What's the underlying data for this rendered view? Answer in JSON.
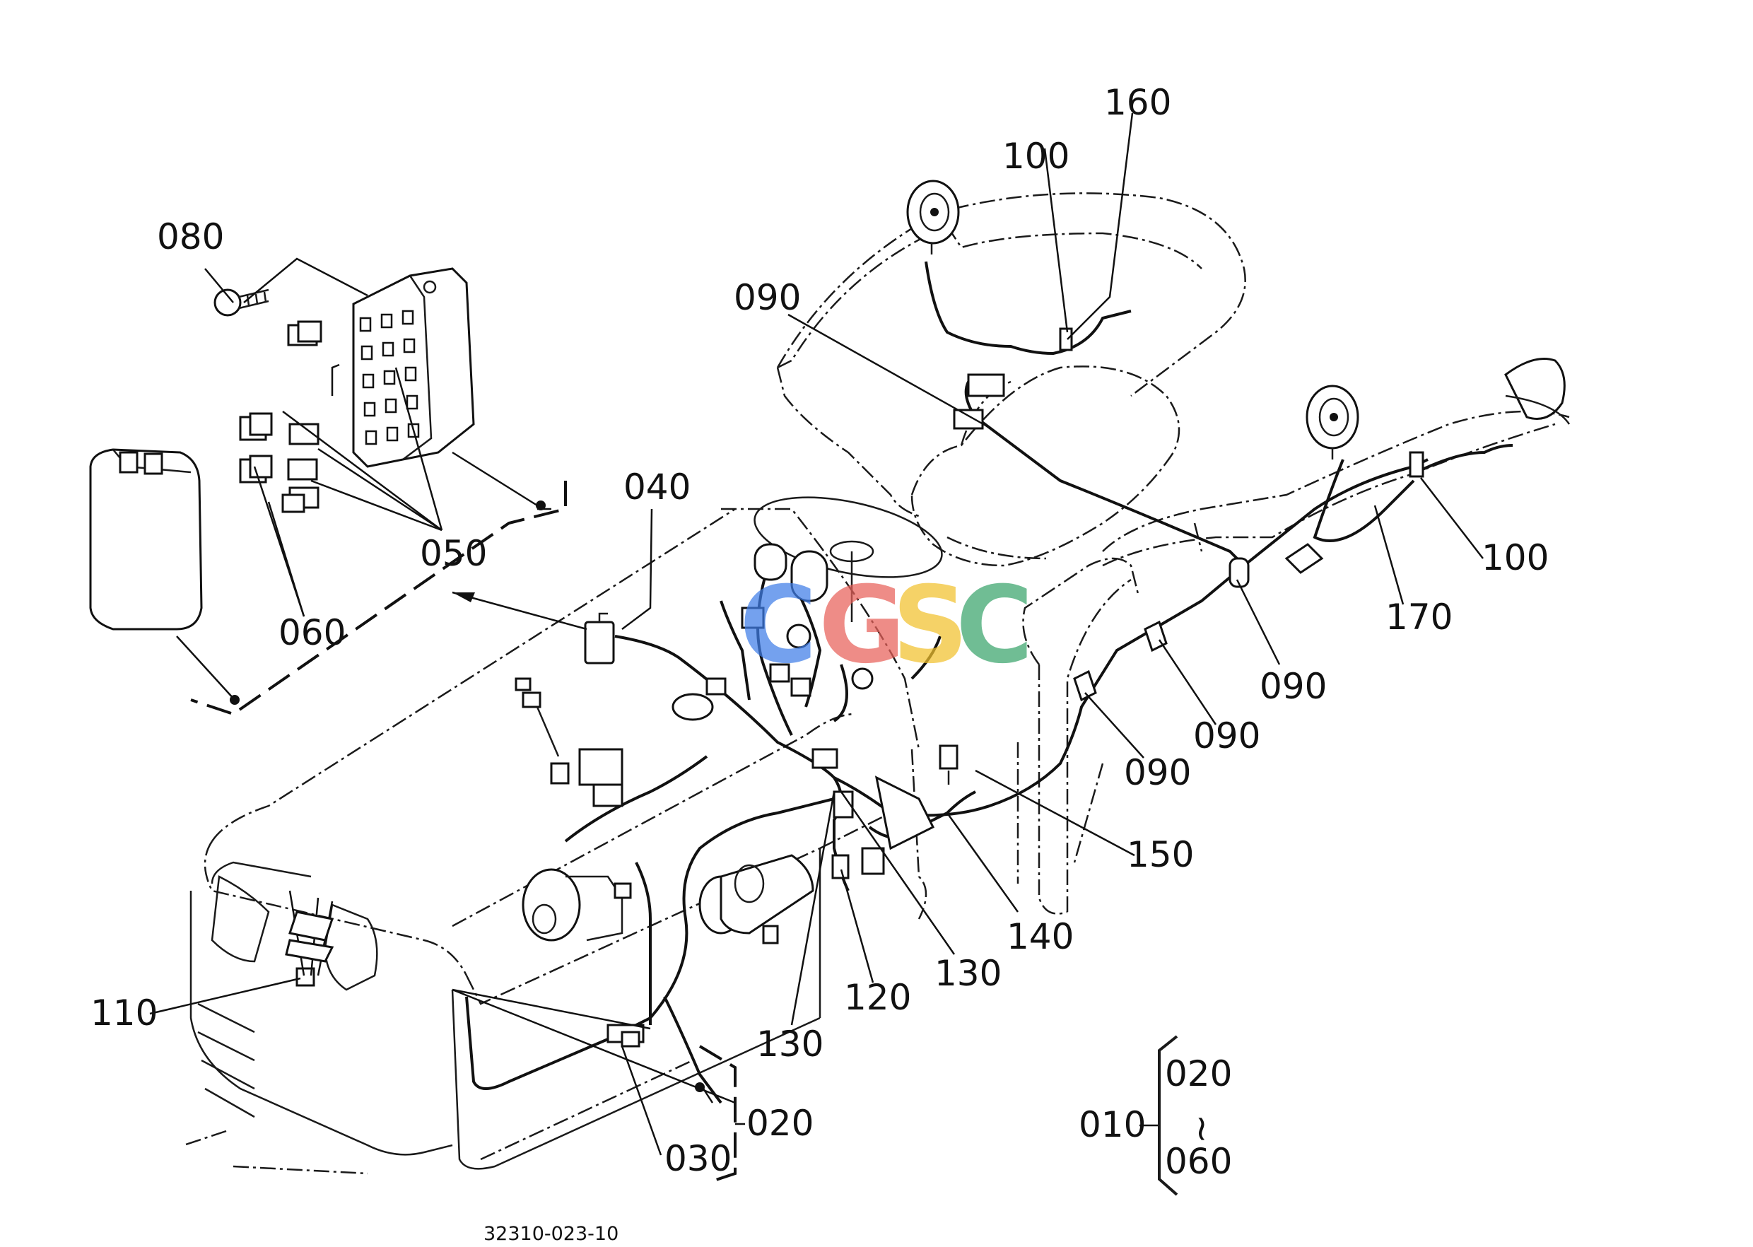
{
  "callouts": {
    "c160": "160",
    "c100_top": "100",
    "c080": "080",
    "c090_top": "090",
    "c040": "040",
    "c050": "050",
    "c060": "060",
    "c100_right": "100",
    "c170": "170",
    "c090_a": "090",
    "c090_b": "090",
    "c090_c": "090",
    "c150": "150",
    "c140": "140",
    "c130_right": "130",
    "c120": "120",
    "c130_bottom": "130",
    "c110": "110",
    "c030": "030",
    "c020": "020"
  },
  "legend": {
    "assembly": "010",
    "range_start": "020",
    "range_end": "060",
    "range_sign": "~"
  },
  "figure_code": "32310-023-10",
  "watermark": {
    "letters": [
      "C",
      "G",
      "S",
      "C"
    ],
    "colors": [
      "#3f7ee8",
      "#e8615a",
      "#f2c12e",
      "#3aa56b"
    ]
  }
}
